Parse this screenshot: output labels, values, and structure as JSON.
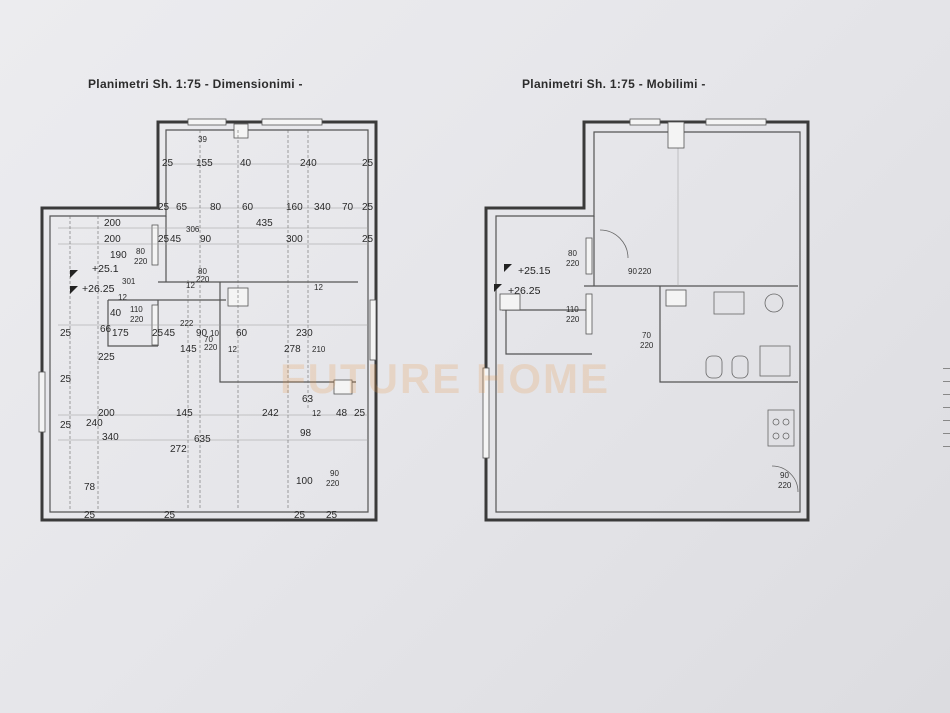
{
  "titles": {
    "left": "Planimetri Sh. 1:75  - Dimensionimi -",
    "right": "Planimetri Sh. 1:75  - Mobilimi -"
  },
  "watermark": "FUTURE HOME",
  "left_plan": {
    "levels": [
      "+25.1",
      "+26.25"
    ],
    "doors": [
      {
        "w": "80",
        "h": "220"
      },
      {
        "w": "80",
        "h": "220"
      },
      {
        "w": "110",
        "h": "220"
      },
      {
        "w": "70",
        "h": "220"
      },
      {
        "w": "90",
        "h": "220"
      }
    ],
    "dims": {
      "top_row": [
        "25",
        "155",
        "40",
        "240",
        "25"
      ],
      "row2": [
        "25",
        "65",
        "80",
        "60",
        "160",
        "340",
        "70",
        "25"
      ],
      "row3": [
        "25",
        "45",
        "90",
        "435",
        "300",
        "25"
      ],
      "left_col": [
        "200",
        "200",
        "190",
        "40",
        "306",
        "301",
        "222",
        "66",
        "225",
        "25"
      ],
      "mid_row": [
        "25",
        "175",
        "45",
        "90",
        "10",
        "60",
        "230",
        "145",
        "12",
        "278",
        "210"
      ],
      "lower_row": [
        "200",
        "145",
        "242",
        "63",
        "12",
        "48",
        "25"
      ],
      "bottom": [
        "240",
        "340",
        "272",
        "635",
        "98",
        "78",
        "100",
        "25",
        "25",
        "25",
        "25"
      ],
      "misc": [
        "39",
        "12",
        "12",
        "12",
        "25",
        "25"
      ]
    }
  },
  "right_plan": {
    "levels": [
      "+25.15",
      "+26.25"
    ],
    "doors": [
      {
        "w": "80",
        "h": "220"
      },
      {
        "w": "90",
        "h": "220"
      },
      {
        "w": "110",
        "h": "220"
      },
      {
        "w": "70",
        "h": "220"
      },
      {
        "w": "90",
        "h": "220"
      }
    ]
  }
}
